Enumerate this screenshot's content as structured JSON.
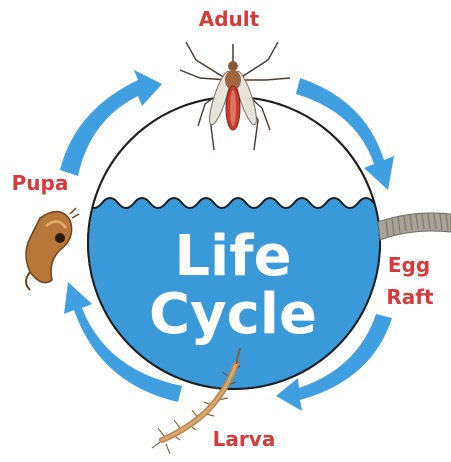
{
  "diagram": {
    "center_title_line1": "Life",
    "center_title_line2": "Cycle",
    "stages": {
      "adult": "Adult",
      "egg_line1": "Egg",
      "egg_line2": "Raft",
      "larva": "Larva",
      "pupa": "Pupa"
    },
    "colors": {
      "label": "#d63a3a",
      "water": "#3a9ad9",
      "arrows": "#3f9fe0",
      "center_text": "#ffffff",
      "outline": "#1f1f1f"
    },
    "icons": [
      "mosquito-adult-icon",
      "egg-raft-icon",
      "larva-icon",
      "pupa-icon"
    ]
  }
}
